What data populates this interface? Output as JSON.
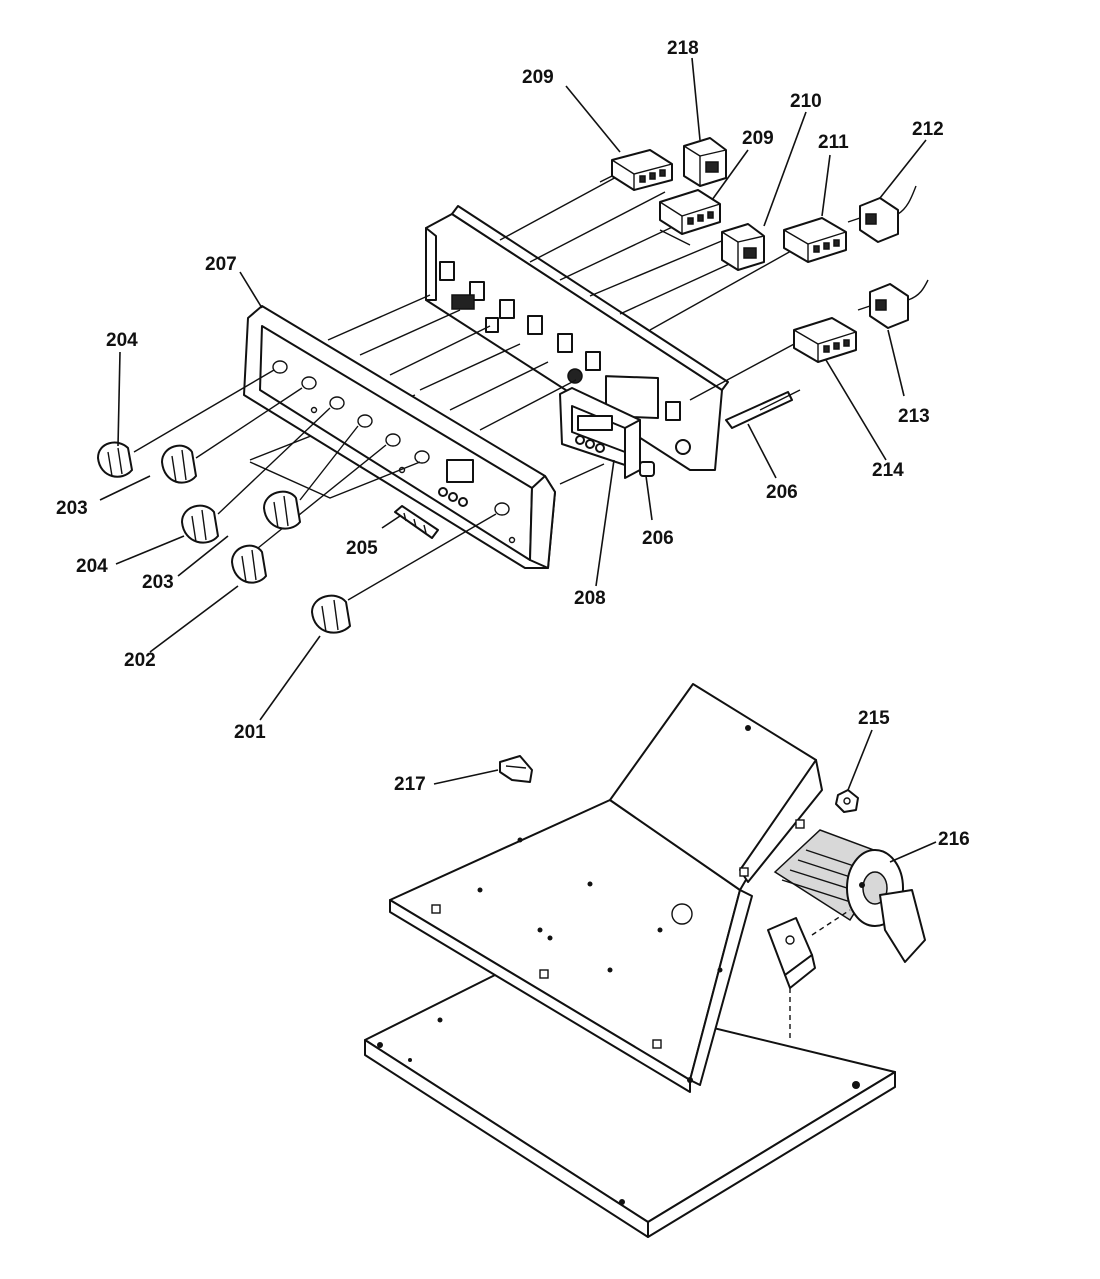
{
  "callouts": [
    {
      "id": "c201",
      "text": "201"
    },
    {
      "id": "c202",
      "text": "202"
    },
    {
      "id": "c203a",
      "text": "203"
    },
    {
      "id": "c203b",
      "text": "203"
    },
    {
      "id": "c204a",
      "text": "204"
    },
    {
      "id": "c204b",
      "text": "204"
    },
    {
      "id": "c205",
      "text": "205"
    },
    {
      "id": "c206a",
      "text": "206"
    },
    {
      "id": "c206b",
      "text": "206"
    },
    {
      "id": "c207",
      "text": "207"
    },
    {
      "id": "c208",
      "text": "208"
    },
    {
      "id": "c209a",
      "text": "209"
    },
    {
      "id": "c209b",
      "text": "209"
    },
    {
      "id": "c210",
      "text": "210"
    },
    {
      "id": "c211",
      "text": "211"
    },
    {
      "id": "c212",
      "text": "212"
    },
    {
      "id": "c213",
      "text": "213"
    },
    {
      "id": "c214",
      "text": "214"
    },
    {
      "id": "c215",
      "text": "215"
    },
    {
      "id": "c216",
      "text": "216"
    },
    {
      "id": "c217",
      "text": "217"
    },
    {
      "id": "c218",
      "text": "218"
    }
  ],
  "parts": [
    {
      "number": "201",
      "type": "knob"
    },
    {
      "number": "202",
      "type": "knob"
    },
    {
      "number": "203",
      "type": "knob"
    },
    {
      "number": "204",
      "type": "knob"
    },
    {
      "number": "205",
      "type": "clip"
    },
    {
      "number": "206",
      "type": "pin"
    },
    {
      "number": "207",
      "type": "front-panel"
    },
    {
      "number": "208",
      "type": "clock-timer"
    },
    {
      "number": "209",
      "type": "switch"
    },
    {
      "number": "210",
      "type": "switch"
    },
    {
      "number": "211",
      "type": "switch"
    },
    {
      "number": "212",
      "type": "switch"
    },
    {
      "number": "213",
      "type": "switch"
    },
    {
      "number": "214",
      "type": "switch"
    },
    {
      "number": "215",
      "type": "nut"
    },
    {
      "number": "216",
      "type": "fan-motor"
    },
    {
      "number": "217",
      "type": "clip"
    },
    {
      "number": "218",
      "type": "switch"
    }
  ]
}
